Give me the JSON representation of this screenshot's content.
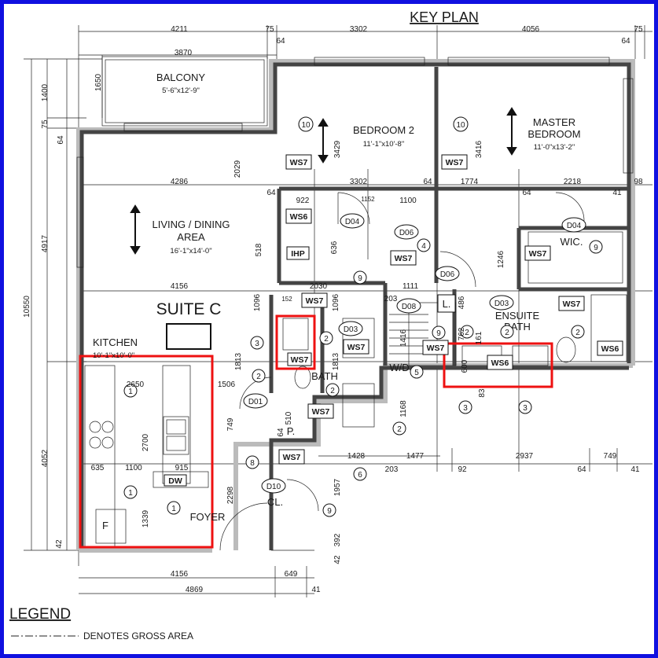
{
  "title": "KEY PLAN",
  "suite": "SUITE C",
  "rooms": {
    "balcony": {
      "name": "BALCONY",
      "size": "5'-6\"x12'-9\""
    },
    "bedroom2": {
      "name": "BEDROOM 2",
      "size": "11'-1\"x10'-8\""
    },
    "master": {
      "name1": "MASTER",
      "name2": "BEDROOM",
      "size": "11'-0\"x13'-2\""
    },
    "living": {
      "name1": "LIVING / DINING",
      "name2": "AREA",
      "size": "16'-1\"x14'-0\""
    },
    "kitchen": {
      "name": "KITCHEN",
      "size": "10'-1\"x10'-0\""
    },
    "wic": "WIC.",
    "ensuite": {
      "name1": "ENSUITE",
      "name2": "BATH"
    },
    "bath": "BATH",
    "wd": "W/D",
    "foyer": "FOYER",
    "cl": "CL.",
    "p": "P.",
    "l": "L."
  },
  "tags": {
    "ws7": "WS7",
    "ws6": "WS6",
    "d04": "D04",
    "d06": "D06",
    "d03": "D03",
    "d08": "D08",
    "d01": "D01",
    "d10": "D10",
    "ihp": "IHP",
    "dw": "DW",
    "f": "F"
  },
  "dimensions": {
    "top": [
      "4211",
      "75",
      "3302",
      "4056",
      "64",
      "64",
      "75"
    ],
    "balcony_w": "3870",
    "balcony_h": "1650",
    "left": [
      "1400",
      "75",
      "64",
      "4917",
      "10550",
      "4052",
      "42"
    ],
    "row2": [
      "4286",
      "2029",
      "3302",
      "3429",
      "3416",
      "1774",
      "2218",
      "64",
      "64",
      "64",
      "98",
      "41"
    ],
    "row3": [
      "922",
      "1152",
      "1100",
      "518",
      "636",
      "1246"
    ],
    "row4": [
      "4156",
      "2030",
      "1111",
      "1096",
      "152",
      "1096",
      "203",
      "486",
      "762",
      "161",
      "1416"
    ],
    "kitchen": [
      "2650",
      "1506",
      "2700",
      "1813",
      "1813",
      "635",
      "1100",
      "915",
      "1339",
      "2298"
    ],
    "bottom": [
      "1428",
      "1477",
      "2937",
      "749",
      "41",
      "203",
      "92",
      "64",
      "1957",
      "749",
      "1168",
      "510",
      "64",
      "600",
      "83",
      "392",
      "42",
      "4156",
      "649",
      "4869",
      "41"
    ],
    "callouts": [
      "10",
      "10",
      "4",
      "9",
      "9",
      "9",
      "3",
      "2",
      "2",
      "2",
      "2",
      "2",
      "2",
      "3",
      "3",
      "1",
      "1",
      "1",
      "8",
      "6",
      "5",
      "9",
      "2"
    ]
  },
  "legend": {
    "title": "LEGEND",
    "item": "DENOTES GROSS AREA"
  },
  "colors": {
    "frame": "#1010e0",
    "highlight": "#e11111",
    "wall": "#444444"
  }
}
